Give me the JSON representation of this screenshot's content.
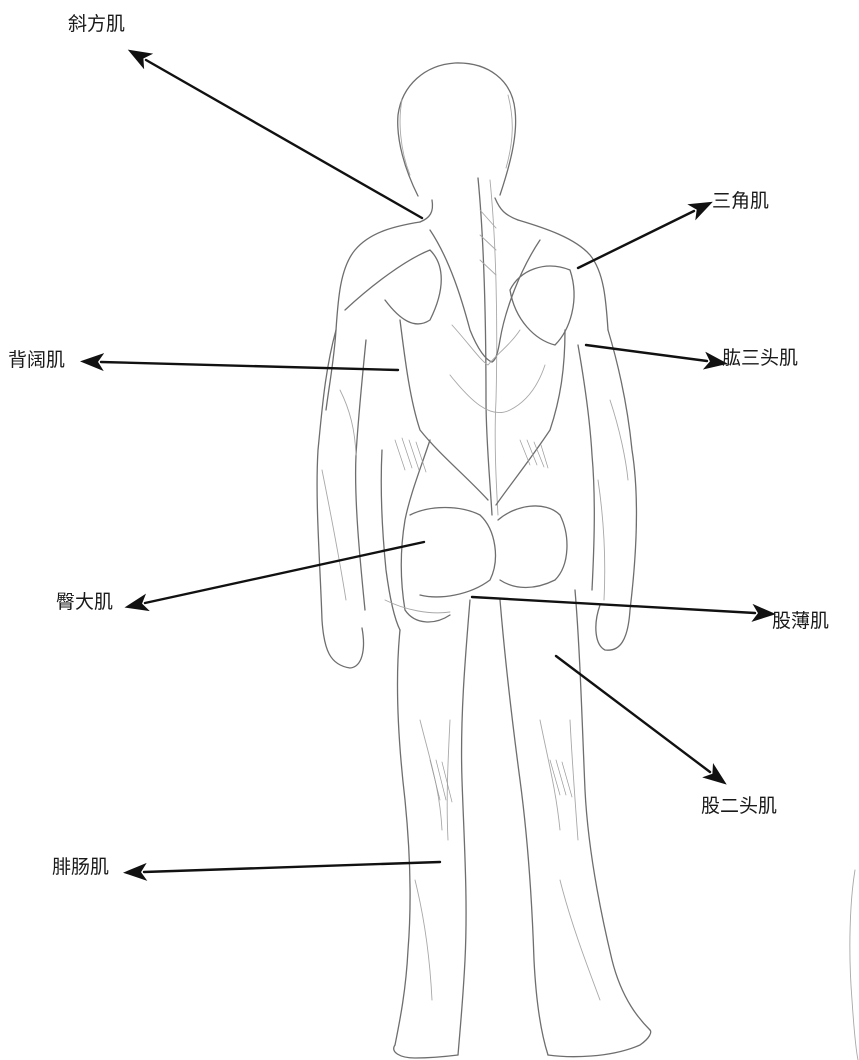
{
  "labels": {
    "trapezius": "斜方肌",
    "deltoid": "三角肌",
    "latissimus": "背阔肌",
    "triceps": "肱三头肌",
    "gluteus": "臀大肌",
    "gracilis": "股薄肌",
    "biceps_femoris": "股二头肌",
    "gastrocnemius": "腓肠肌"
  },
  "colors": {
    "sketch": "#6e6e6e",
    "arrow": "#111111",
    "text": "#1a1a1a",
    "background": "#ffffff"
  }
}
